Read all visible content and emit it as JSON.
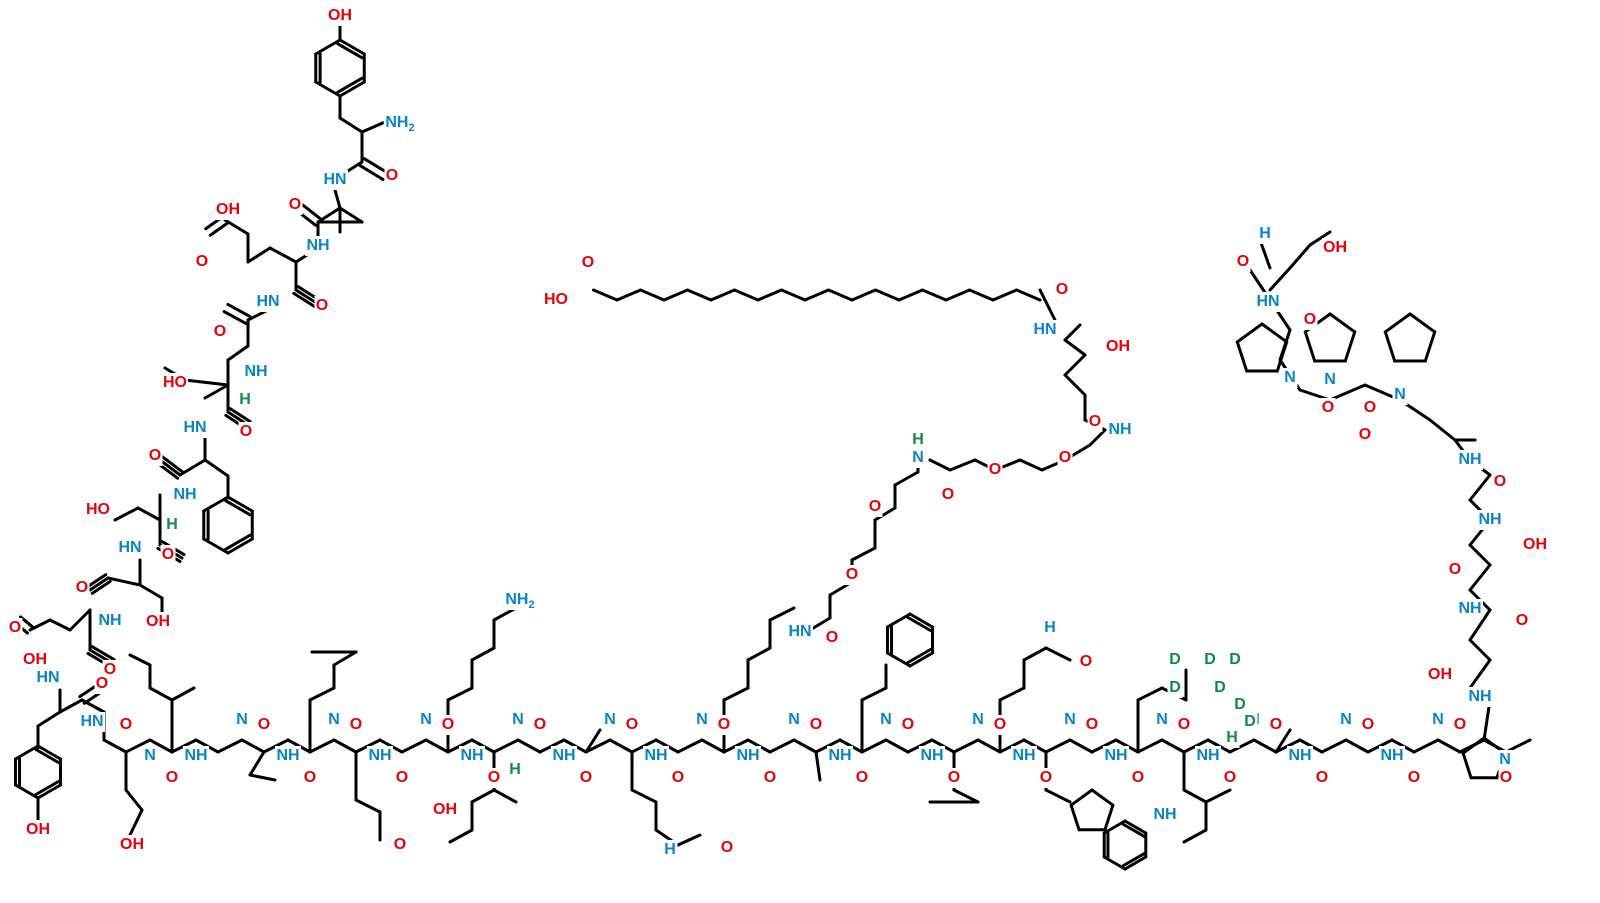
{
  "colors": {
    "bond": "#000000",
    "O": "#e8000b",
    "N": "#0a84c8",
    "H": "#128a4a",
    "D": "#128a4a"
  },
  "labels": {
    "oh": "OH",
    "nh2": "NH",
    "nh2_sub": "2",
    "h2n": "H",
    "h2n_sub": "2",
    "h2n_n": "N",
    "hn": "HN",
    "nh": "NH",
    "n": "N",
    "h": "H",
    "o": "O",
    "ho": "HO",
    "d": "D"
  },
  "molecule": {
    "description_visible": "",
    "segments": [
      "Y-Aib-E-G-T-F-T-S-D-Y-S-I-Aib-L-D-K-I-A-Q-K-A-F-V-Q-W-L(d7)-I-A-G-G-P-S-S-G-A-P-P-P-S-NH2"
    ]
  }
}
